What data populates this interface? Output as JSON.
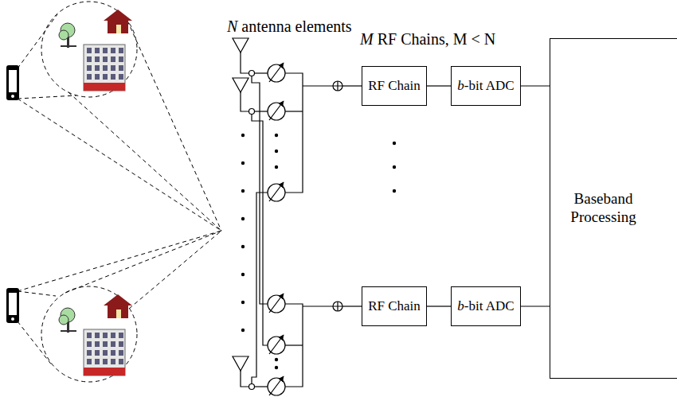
{
  "diagram": {
    "nodes": [
      {
        "text": [
          "RF Chain"
        ]
      },
      {
        "text": [
          "b-bit ADC"
        ]
      },
      {
        "text": [
          "RF Chain"
        ]
      },
      {
        "text": [
          "b-bit ADC"
        ]
      },
      {
        "text": [
          "Baseband Processing"
        ]
      }
    ],
    "edges": [
      {
        "from": 0,
        "to": 1,
        "arrow": "none"
      },
      {
        "from": 1,
        "to": 4,
        "arrow": "none"
      },
      {
        "from": 2,
        "to": 3,
        "arrow": "none"
      },
      {
        "from": 3,
        "to": 4,
        "arrow": "none"
      }
    ],
    "labels": [
      "N antenna elements",
      "M RF Chains, M < N"
    ]
  }
}
